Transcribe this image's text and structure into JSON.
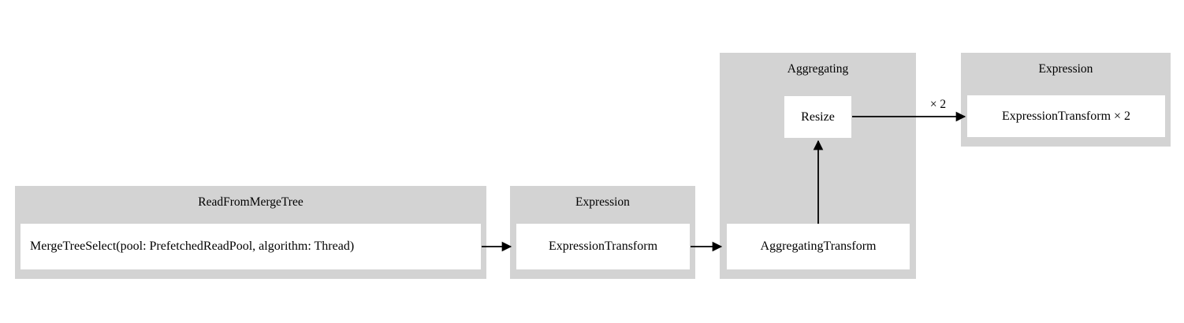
{
  "diagram": {
    "type": "pipeline-graph",
    "background_color": "#ffffff",
    "cluster_color": "#d3d3d3",
    "node_color": "#ffffff",
    "edge_color": "#000000",
    "clusters": [
      {
        "id": "read_from_merge_tree",
        "label": "ReadFromMergeTree"
      },
      {
        "id": "expression_1",
        "label": "Expression"
      },
      {
        "id": "aggregating",
        "label": "Aggregating"
      },
      {
        "id": "expression_2",
        "label": "Expression"
      }
    ],
    "nodes": [
      {
        "id": "merge_tree_select",
        "label": "MergeTreeSelect(pool: PrefetchedReadPool, algorithm: Thread)"
      },
      {
        "id": "expression_transform_1",
        "label": "ExpressionTransform"
      },
      {
        "id": "aggregating_transform",
        "label": "AggregatingTransform"
      },
      {
        "id": "resize",
        "label": "Resize"
      },
      {
        "id": "expression_transform_2",
        "label": "ExpressionTransform × 2"
      }
    ],
    "edges": [
      {
        "from": "merge_tree_select",
        "to": "expression_transform_1",
        "label": ""
      },
      {
        "from": "expression_transform_1",
        "to": "aggregating_transform",
        "label": ""
      },
      {
        "from": "aggregating_transform",
        "to": "resize",
        "label": ""
      },
      {
        "from": "resize",
        "to": "expression_transform_2",
        "label": "× 2"
      }
    ]
  }
}
